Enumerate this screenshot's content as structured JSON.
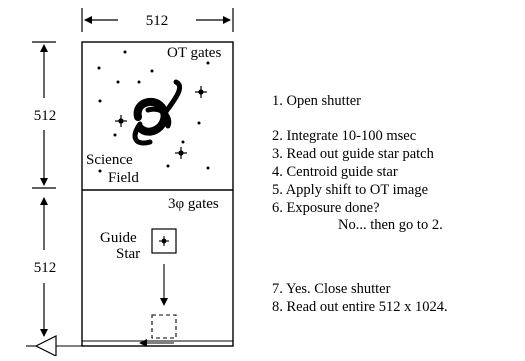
{
  "diagram": {
    "dimensions": {
      "width_label": "512",
      "top_height_label": "512",
      "bottom_height_label": "512"
    },
    "top_region": {
      "gates_label": "OT gates",
      "field_label_line1": "Science",
      "field_label_line2": "Field"
    },
    "bottom_region": {
      "gates_label": "3φ gates",
      "guide_label_line1": "Guide",
      "guide_label_line2": "Star"
    }
  },
  "steps": [
    "1. Open shutter",
    "2. Integrate 10-100 msec",
    "3. Read out guide star patch",
    "4. Centroid guide star",
    "5. Apply shift to OT image",
    "6. Exposure done?",
    "No... then go to 2.",
    "7. Yes.  Close shutter",
    "8. Read out entire 512 x 1024."
  ]
}
